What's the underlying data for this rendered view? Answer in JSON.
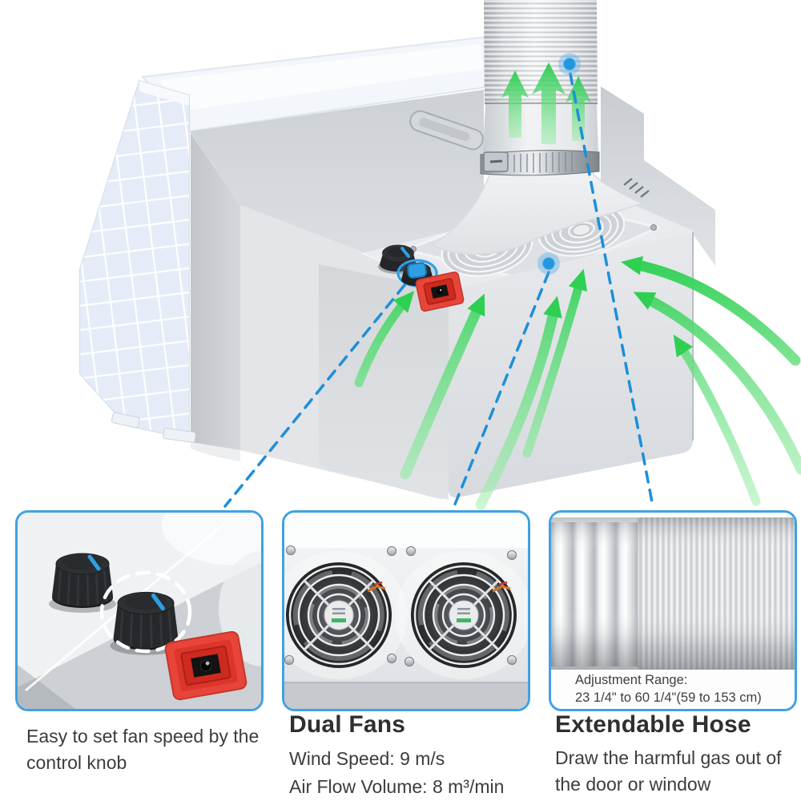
{
  "panels": {
    "knob": {
      "caption": "Easy to set fan speed by the control knob"
    },
    "fans": {
      "title": "Dual Fans",
      "specs": [
        "Wind Speed: 9 m/s",
        "Air Flow Volume: 8 m³/min"
      ]
    },
    "hose": {
      "title": "Extendable Hose",
      "caption": "Draw the harmful gas out of the door or window",
      "note": {
        "line1": "Adjustment Range:",
        "line2": "23 1/4\" to 60 1/4\"(59 to 153 cm)"
      }
    }
  },
  "colors": {
    "callout_blue": "#1d8fd8",
    "panel_border_blue": "#3fa2e3",
    "airflow_green": "#3ed45c",
    "socket_red": "#e8453a",
    "knob_indicator_blue": "#2f9fe5"
  }
}
